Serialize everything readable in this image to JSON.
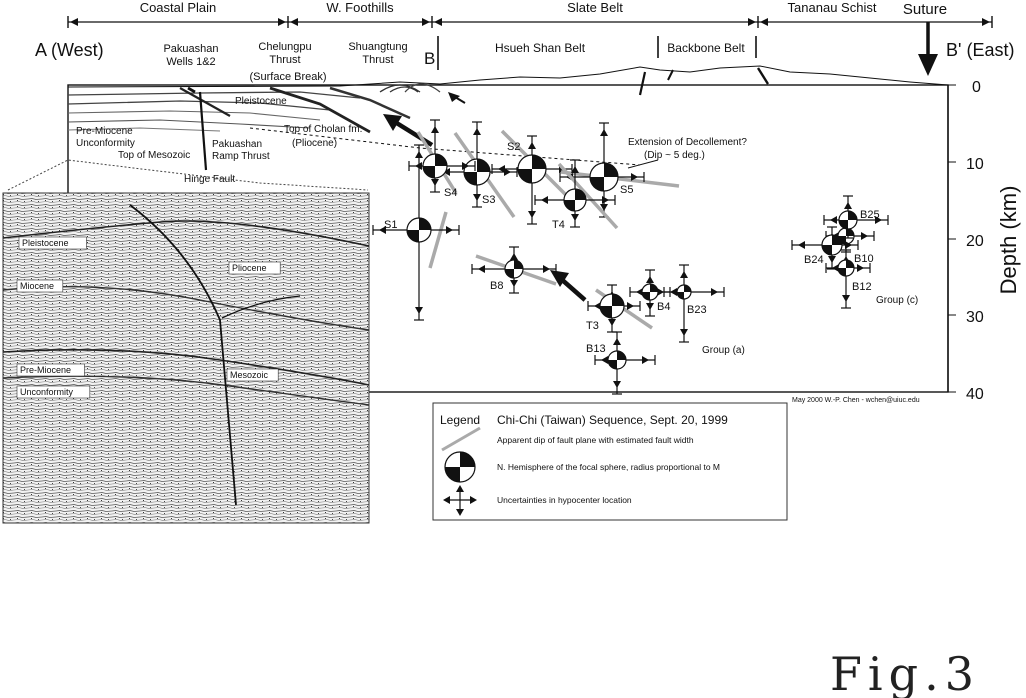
{
  "province_labels": [
    "Coastal Plain",
    "W. Foothills",
    "Slate Belt",
    "Tananau Schist",
    "Suture"
  ],
  "section_labels": {
    "a_west": "A (West)",
    "b": "B",
    "b_east": "B' (East)",
    "hsueh_shan": "Hsueh Shan Belt",
    "backbone": "Backbone Belt"
  },
  "structure_labels": {
    "pakuashan_wells": [
      "Pakuashan",
      "Wells 1&2"
    ],
    "chelungpu": [
      "Chelungpu",
      "Thrust",
      "(Surface Break)"
    ],
    "shuangtung": [
      "Shuangtung",
      "Thrust"
    ],
    "pleistocene": "Pleistocene",
    "pre_miocene": [
      "Pre-Miocene",
      "Unconformity"
    ],
    "top_mesozoic": "Top of Mesozoic",
    "pakuashan_ramp": [
      "Pakuashan",
      "Ramp Thrust"
    ],
    "hinge_fault": "Hinge Fault",
    "chinshui": [
      "Top of Cholan fm.",
      "(Pliocene)"
    ],
    "decollement": [
      "Extension of Decollement?",
      "(Dip ~ 5 deg.)"
    ]
  },
  "axis": {
    "label": "Depth (km)",
    "ticks": [
      "0",
      "10",
      "20",
      "30",
      "40"
    ]
  },
  "events": [
    {
      "name": "S1"
    },
    {
      "name": "S2"
    },
    {
      "name": "S3"
    },
    {
      "name": "S4"
    },
    {
      "name": "S5"
    },
    {
      "name": "T3"
    },
    {
      "name": "T4"
    },
    {
      "name": "B4"
    },
    {
      "name": "B8"
    },
    {
      "name": "B10"
    },
    {
      "name": "B12"
    },
    {
      "name": "B13"
    },
    {
      "name": "B23"
    },
    {
      "name": "B24"
    },
    {
      "name": "B25"
    }
  ],
  "groups": [
    "Group (a)",
    "Group (c)"
  ],
  "credit": "May 2000 W.-P. Chen - wchen@uiuc.edu",
  "legend": {
    "heading": "Legend",
    "title": "Chi-Chi (Taiwan) Sequence, Sept. 20, 1999",
    "items": [
      "Apparent dip of fault plane with estimated fault width",
      "N. Hemisphere of the focal sphere, radius proportional to M",
      "Uncertainties in hypocenter location"
    ]
  },
  "seismic_labels": [
    "Pleistocene",
    "Pliocene",
    "Miocene",
    "Pre-Miocene",
    "Unconformity",
    "Mesozoic"
  ],
  "figure_label": "Fig.3"
}
